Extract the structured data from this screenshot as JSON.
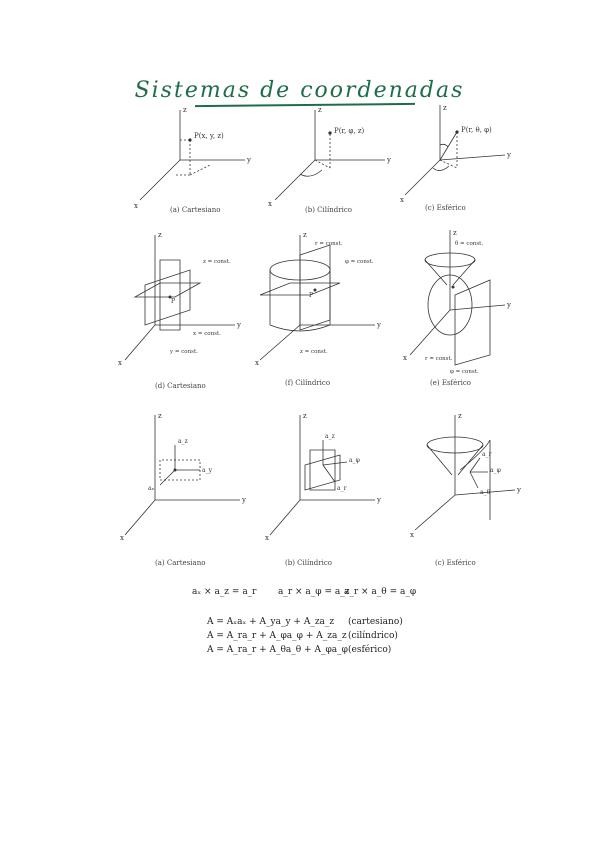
{
  "title": "Sistemas de coordenadas",
  "row1": {
    "cartesian": {
      "caption": "(a) Cartesiano",
      "point": "P(x, y, z)",
      "axes": [
        "z",
        "y",
        "x"
      ]
    },
    "cylindrical": {
      "caption": "(b) Cilíndrico",
      "point": "P(r, φ, z)",
      "axes": [
        "z",
        "y",
        "x"
      ]
    },
    "spherical": {
      "caption": "(c) Esférico",
      "point": "P(r, θ, φ)",
      "axes": [
        "z",
        "y",
        "x"
      ]
    }
  },
  "row2": {
    "cartesian": {
      "caption": "(d) Cartesiano",
      "labels": [
        "z = const.",
        "x = const.",
        "y = const."
      ]
    },
    "cylindrical": {
      "caption": "(f) Cilíndrico",
      "labels": [
        "r = const.",
        "φ = const.",
        "z = const."
      ]
    },
    "spherical": {
      "caption": "(e) Esférico",
      "labels": [
        "θ = const.",
        "r = const.",
        "φ = const."
      ]
    }
  },
  "row3": {
    "cartesian": {
      "caption": "(a) Cartesiano"
    },
    "cylindrical": {
      "caption": "(b) Cilíndrico"
    },
    "spherical": {
      "caption": "(c) Esférico"
    }
  },
  "cross_products": [
    "aₓ × a_z = a_r",
    "a_r × a_φ = a_z",
    "a_r × a_θ = a_φ"
  ],
  "vector_forms": [
    {
      "expr": "A = Aₓaₓ + A_yа_y + A_za_z",
      "system": "(cartesiano)"
    },
    {
      "expr": "A = A_ra_r + A_φa_φ + A_za_z",
      "system": "(cilíndrico)"
    },
    {
      "expr": "A = A_ra_r + A_θa_θ + A_φa_φ",
      "system": "(esférico)"
    }
  ]
}
